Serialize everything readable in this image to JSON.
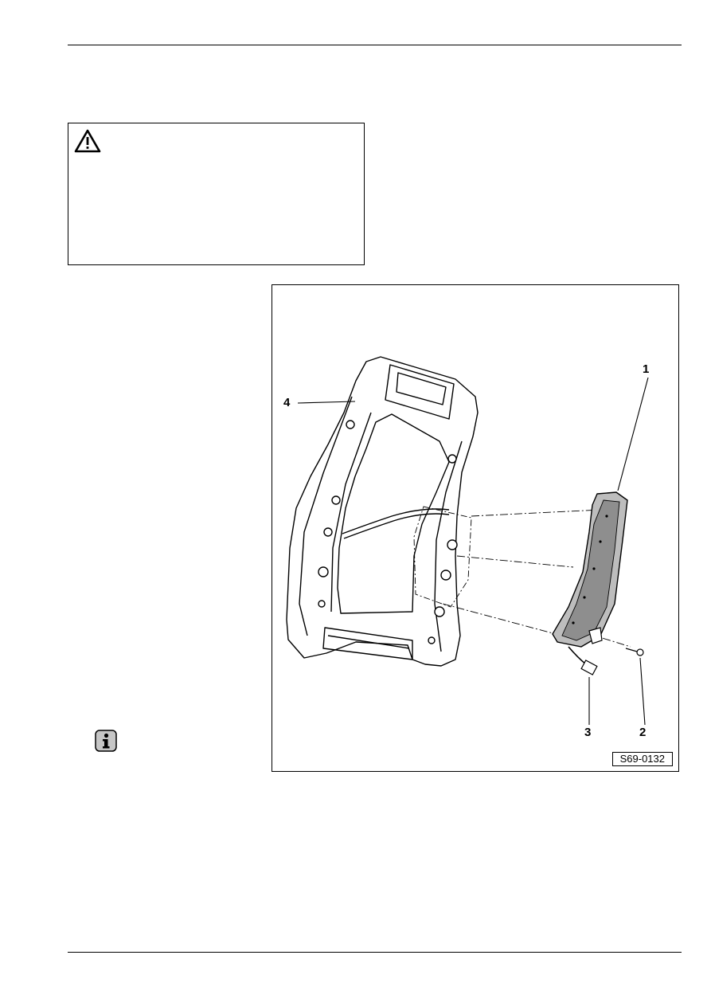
{
  "warning": {
    "icon": "warning-triangle-icon"
  },
  "figure": {
    "reference": "S69-0132",
    "callouts": {
      "c1": "1",
      "c2": "2",
      "c3": "3",
      "c4": "4"
    }
  },
  "note": {
    "icon": "info-icon"
  }
}
